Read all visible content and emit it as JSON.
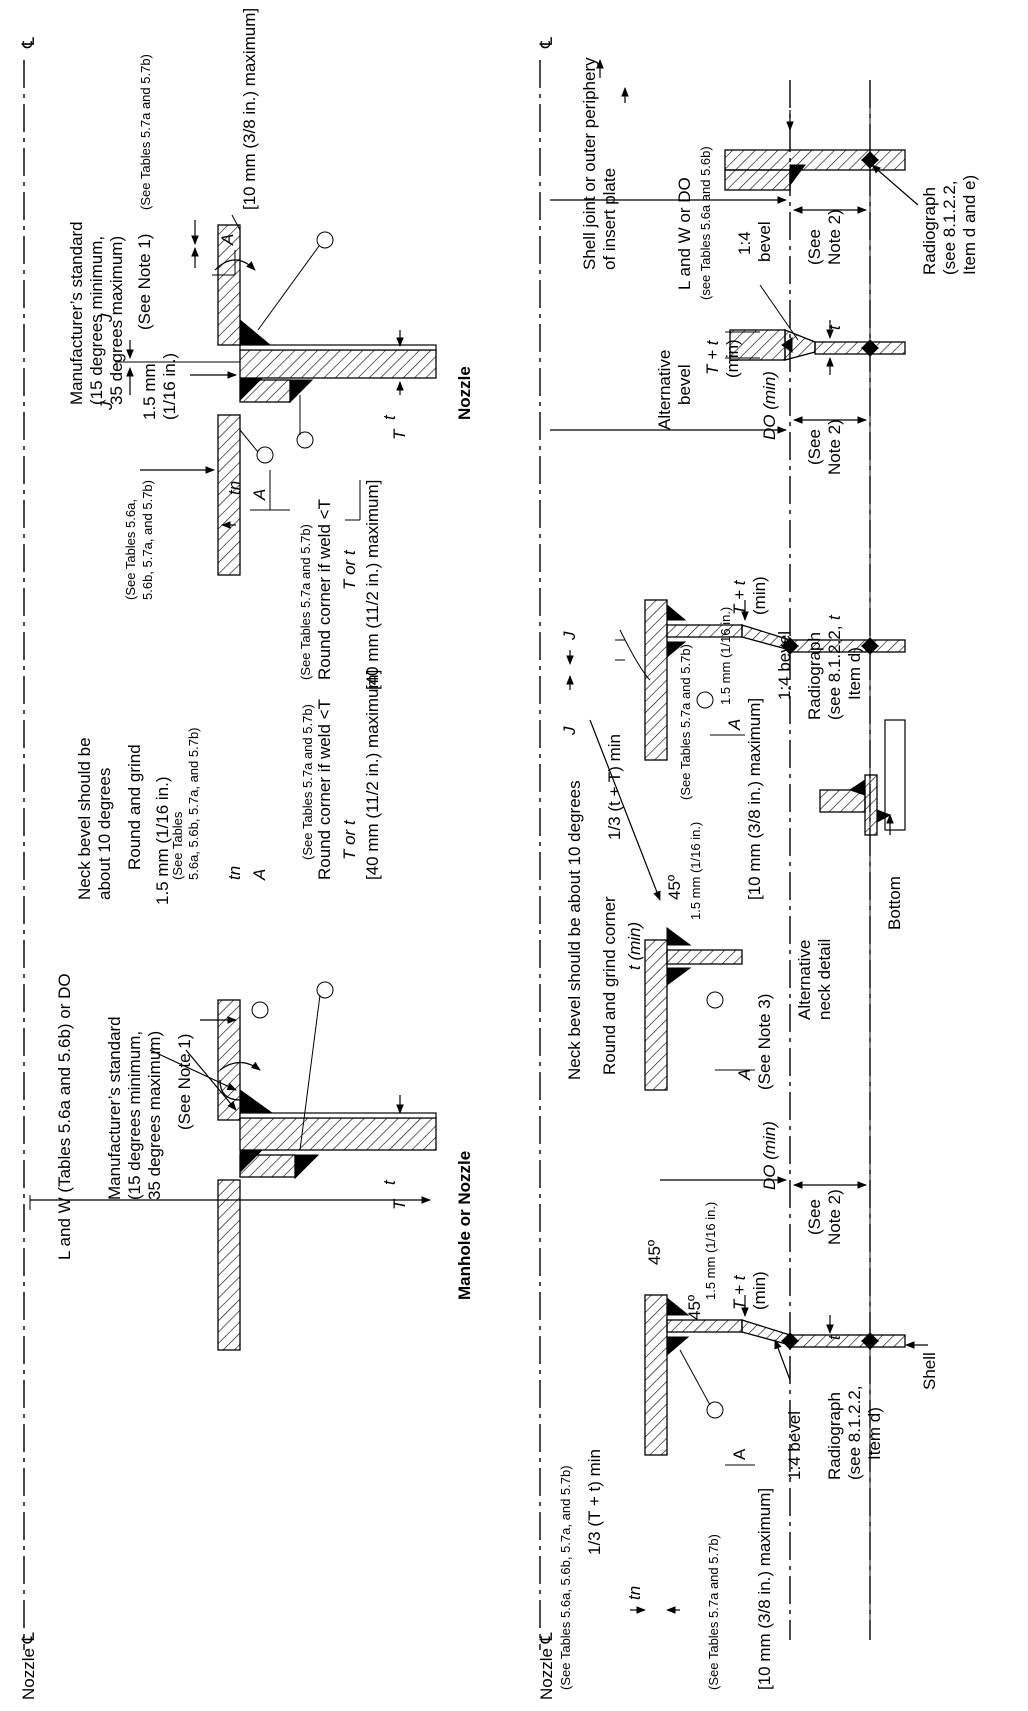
{
  "diagram": {
    "centerline_symbol": "℄",
    "top_left": {
      "heading": "Nozzle",
      "nozzle_cl": "Nozzle ℄",
      "mfr_std_1": "Manufacturer’s standard",
      "mfr_std_2": "(15 degrees minimum,",
      "mfr_std_3": "35 degrees maximum)",
      "see_note1": "(See Note 1)",
      "see_tables_57": "(See Tables 5.7a and 5.7b)",
      "weld_A": "A",
      "weld_size": "[10 mm (3/8 in.) maximum]",
      "J": "J",
      "gap_mm": "1.5 mm",
      "gap_in": "(1/16 in.)",
      "round_corner": "Round corner if weld <T",
      "T_or_t": "T or t",
      "weld_max": "[40 mm (11/2 in.) maximum]",
      "see_tables_56_1": "(See Tables 5.6a,",
      "see_tables_56_2": "5.6b, 5.7a, and 5.7b)",
      "tn": "tn",
      "t": "t",
      "T": "T"
    },
    "top_right": {
      "heading": "Manhole or Nozzle",
      "lw_note": "L and W (Tables 5.6a and 5.6b) or DO",
      "mfr_std_1": "Manufacturer’s standard",
      "mfr_std_2": "(15 degrees minimum,",
      "mfr_std_3": "35 degrees maximum)",
      "see_note1": "(See Note 1)",
      "neck_bevel_1": "Neck bevel should be",
      "neck_bevel_2": "about 10 degrees",
      "round_grind": "Round and grind",
      "gap": "1.5 mm (1/16 in.)",
      "see_tables_1": "(See Tables",
      "see_tables_2": "5.6a, 5.6b, 5.7a, and 5.7b)",
      "tn": "tn",
      "weld_A": "A",
      "see_tables_57": "(See Tables 5.7a and 5.7b)",
      "round_corner": "Round corner if weld <T",
      "T_or_t": "T or t",
      "weld_max": "[40 mm (11/2 in.) maximum]",
      "t": "t",
      "T": "T"
    },
    "bottom_left": {
      "shell_cl": "℄",
      "shell_joint_1": "Shell joint or outer periphery",
      "shell_joint_2": "of insert plate",
      "lw_do": "L and W or DO",
      "see_tables_56": "(see Tables 5.6a and 5.6b)",
      "see_note2": "(See",
      "note2": "Note 2)",
      "radiograph_1": "Radiograph",
      "radiograph_2": "(see 8.1.2.2,",
      "radiograph_3": "Item d and e)",
      "alt_bevel_1": "Alternative",
      "alt_bevel_2": "bevel",
      "Tt": "T + t",
      "min": "(min)",
      "ratio": "1:4",
      "bevel": "bevel",
      "t": "t",
      "do_min": "DO (min)",
      "see_note2b": "(See",
      "note2b": "Note 2)",
      "J": "J",
      "gap": "1.5 mm (1/16 in.)",
      "Tt_2": "T + t",
      "min_2": "(min)",
      "third_tT": "1/3 (t + T) min",
      "see_tables_57": "(See Tables 5.7a and 5.7b)",
      "weld_A": "A",
      "weld_size": "[10 mm (3/8 in.) maximum]",
      "bevel_14": "1:4 bevel",
      "rad2_1": "Radiograph",
      "rad2_2": "(see 8.1.2.2,",
      "rad2_3": "Item d)",
      "bottom": "Bottom"
    },
    "bottom_right": {
      "nozzle_cl": "Nozzle ℄",
      "neck_bevel": "Neck bevel should be about 10 degrees",
      "round_grind_corner": "Round and grind corner",
      "deg45": "45º",
      "gap_1": "1.5 mm (1/16 in.)",
      "t_min": "t (min)",
      "weld_A": "A",
      "see_note3": "(See Note 3)",
      "alt_neck_1": "Alternative",
      "alt_neck_2": "neck detail",
      "do_min": "DO (min)",
      "see_note2": "(See",
      "note2": "Note 2)",
      "shell": "Shell",
      "deg45b": "45º",
      "deg45c": "45º",
      "gap_2": "1.5 mm (1/16 in.)",
      "Tt": "T + t",
      "min": "(min)",
      "see_tables": "(See Tables 5.6a, 5.6b, 5.7a, and 5.7b)",
      "third_Tt": "1/3 (T + t) min",
      "tn": "tn",
      "see_tables_57": "(See Tables 5.7a and 5.7b)",
      "weld_A2": "A",
      "weld_size": "[10 mm (3/8 in.) maximum]",
      "bevel_14": "1:4 bevel",
      "rad_1": "Radiograph",
      "rad_2": "(see 8.1.2.2,",
      "rad_3": "Item d)",
      "t": "t"
    }
  }
}
